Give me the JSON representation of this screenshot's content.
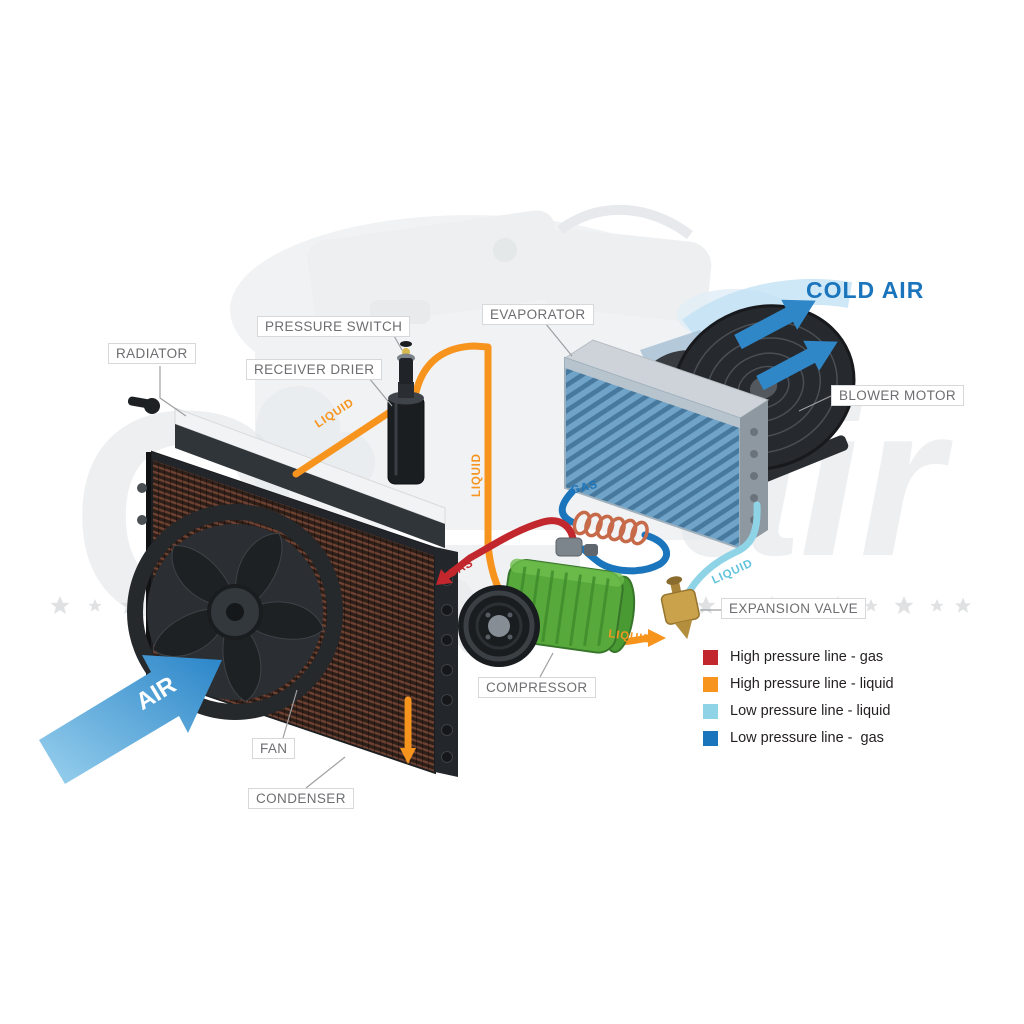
{
  "component_labels": {
    "radiator": "RADIATOR",
    "pressure_switch": "PRESSURE SWITCH",
    "receiver_drier": "RECEIVER DRIER",
    "evaporator": "EVAPORATOR",
    "blower_motor": "BLOWER MOTOR",
    "expansion_valve": "EXPANSION VALVE",
    "compressor": "COMPRESSOR",
    "fan": "FAN",
    "condenser": "CONDENSER"
  },
  "flow_labels": {
    "cold_air": "COLD AIR",
    "air": "AIR",
    "liquid_condenser_to_drier": "LIQUID",
    "liquid_drier_down": "LIQUID",
    "gas_evaporator_out": "GAS",
    "gas_compressor_out": "GAS",
    "liquid_to_evaporator": "LIQUID",
    "liquid_to_expansion_valve": "LIQUID"
  },
  "legend": {
    "items": [
      {
        "label": "High pressure line - gas",
        "color": "#c1272d"
      },
      {
        "label": "High pressure line - liquid",
        "color": "#f7941e"
      },
      {
        "label": "Low pressure line - liquid",
        "color": "#8fd4e6"
      },
      {
        "label": "Low pressure line -  gas",
        "color": "#1b75bc"
      }
    ]
  },
  "watermark": {
    "left": "Q",
    "right": "air"
  }
}
